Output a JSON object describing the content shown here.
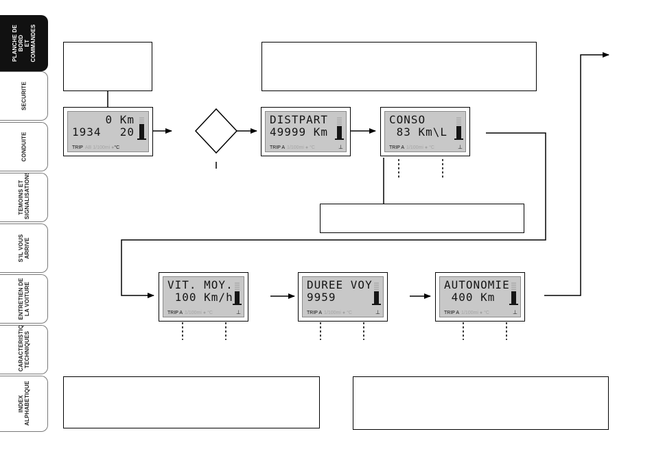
{
  "tabs": [
    {
      "label": "PLANCHE DE BORD\nET COMMANDES",
      "active": true
    },
    {
      "label": "SECURITE",
      "active": false
    },
    {
      "label": "CONDUITE",
      "active": false
    },
    {
      "label": "TEMOINS ET\nSIGNALISATIONS",
      "active": false
    },
    {
      "label": "S'IL VOUS\nARRIVE",
      "active": false
    },
    {
      "label": "ENTRETIEN DE\nLA VOITURE",
      "active": false
    },
    {
      "label": "CARACTERISTIQUES\nTECHNIQUES",
      "active": false
    },
    {
      "label": "INDEX\nALPHABETIQUE",
      "active": false
    }
  ],
  "displays": {
    "standard": {
      "line1_value": "0",
      "line1_unit": "Km",
      "line2_left": "1934",
      "line2_right": "20",
      "foot_trip": "TRIP",
      "foot_ghost": "AB 1/100mi ●",
      "foot_unit": "°C",
      "fuel_level": 0.7
    },
    "distance": {
      "line1": "DISTPART",
      "line2": "49999 Km",
      "foot_trip": "TRIP A",
      "foot_ghost": "1/100mi ● °C",
      "fuel_level": 0.6
    },
    "consumption": {
      "line1": "CONSO",
      "line2": " 83 Km\\L",
      "foot_trip": "TRIP A",
      "foot_ghost": "1/100mi ● °C",
      "fuel_level": 0.6
    },
    "avg_speed": {
      "line1": "VIT. MOY.",
      "line2": " 100 Km/h",
      "foot_trip": "TRIP A",
      "foot_ghost": "1/100mi ● °C",
      "fuel_level": 0.6
    },
    "trip_duration": {
      "line1": "DUREE VOY",
      "line2": "9959",
      "foot_trip": "TRIP A",
      "foot_ghost": "1/100mi ● °C",
      "fuel_level": 0.6
    },
    "range": {
      "line1": "AUTONOMIE",
      "line2": " 400 Km",
      "foot_trip": "TRIP A",
      "foot_ghost": "1/100mi ● °C",
      "fuel_level": 0.6
    }
  },
  "icons": {
    "fuel_pump": "fuel-pump-icon",
    "fuel_gauge": "fuel-gauge-icon"
  }
}
